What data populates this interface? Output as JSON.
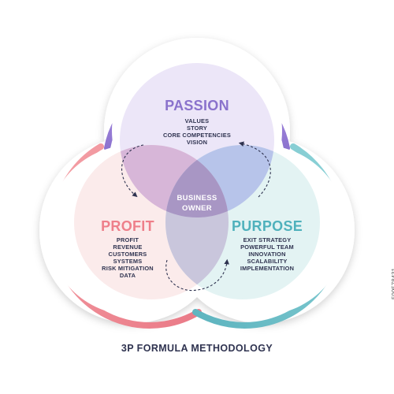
{
  "passion": {
    "title": "PASSION",
    "items": [
      "VALUES",
      "STORY",
      "CORE COMPETENCIES",
      "VISION"
    ]
  },
  "profit": {
    "title": "PROFIT",
    "items": [
      "PROFIT",
      "REVENUE",
      "CUSTOMERS",
      "SYSTEMS",
      "RISK MITIGATION",
      "DATA"
    ]
  },
  "purpose": {
    "title": "PURPOSE",
    "items": [
      "EXIT STRATEGY",
      "POWERFUL TEAM",
      "INNOVATION",
      "SCALABILITY",
      "IMPLEMENTATION"
    ]
  },
  "center": {
    "line1": "BUSINESS",
    "line2": "OWNER"
  },
  "footer": {
    "title": "3P FORMULA METHODOLOGY"
  },
  "watermark": {
    "id": "509578431"
  },
  "colors": {
    "passion": "#9b7fd6",
    "profit": "#f0808a",
    "purpose": "#66bcc4",
    "text_dark": "#2f3350"
  }
}
